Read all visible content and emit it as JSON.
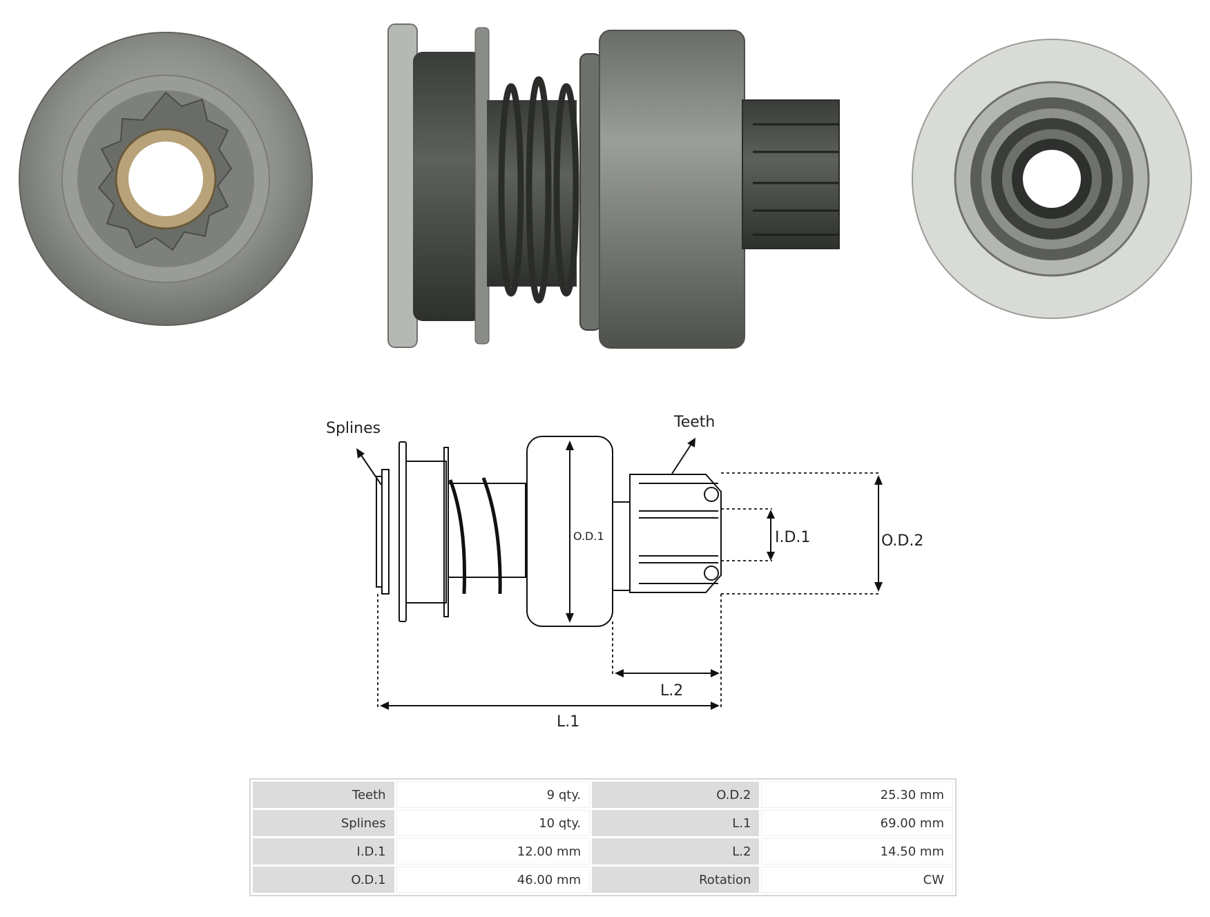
{
  "diagram": {
    "splines": "Splines",
    "teeth": "Teeth",
    "od1": "O.D.1",
    "id1": "I.D.1",
    "od2": "O.D.2",
    "l2": "L.2",
    "l1": "L.1"
  },
  "specs": [
    {
      "k1": "Teeth",
      "v1": "9 qty.",
      "k2": "O.D.2",
      "v2": "25.30 mm"
    },
    {
      "k1": "Splines",
      "v1": "10 qty.",
      "k2": "L.1",
      "v2": "69.00 mm"
    },
    {
      "k1": "I.D.1",
      "v1": "12.00 mm",
      "k2": "L.2",
      "v2": "14.50 mm"
    },
    {
      "k1": "O.D.1",
      "v1": "46.00 mm",
      "k2": "Rotation",
      "v2": "CW"
    }
  ],
  "colors": {
    "metal": "#8a8c88",
    "dark_metal": "#4b4d4a",
    "light_disc": "#d8dad6",
    "cell_key": "#dcdcdc"
  }
}
